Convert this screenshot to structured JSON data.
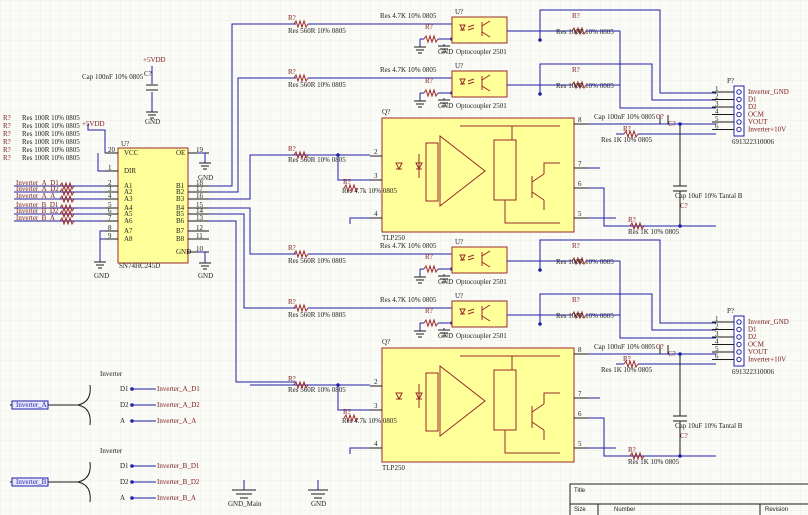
{
  "resistor_designator": "R?",
  "cap_designator": "C?",
  "opto_designator": "U?",
  "ic_designator": "U?",
  "tlp_designator": "Q?",
  "connector_designator": "P?",
  "gnd_label": "GND",
  "vdd_label": "+5VDD",
  "res_560": "Res 560R 10% 0805",
  "res_4k7_a": "Res 4.7K 10% 0805",
  "res_4k7_b": "Res 4.7k 10% 0805",
  "res_100": "Res 100R 10% 0805",
  "res_1k": "Res 1K 10% 0805",
  "cap_100n": "Cap 100nF 10% 0805",
  "cap_10u": "Cap 10uF 10% Tantal B",
  "opto_part": "Optocoupler 2501",
  "tlp_part": "TLP250",
  "connector_part": "691322310006",
  "ic": {
    "part": "SN74HC245D",
    "pins_left": [
      {
        "num": "20",
        "name": "VCC"
      },
      {
        "num": "1",
        "name": "DIR"
      },
      {
        "num": "2",
        "name": "A1"
      },
      {
        "num": "3",
        "name": "A2"
      },
      {
        "num": "4",
        "name": "A3"
      },
      {
        "num": "5",
        "name": "A4"
      },
      {
        "num": "6",
        "name": "A5"
      },
      {
        "num": "7",
        "name": "A6"
      },
      {
        "num": "8",
        "name": "A7"
      },
      {
        "num": "9",
        "name": "A8"
      }
    ],
    "pins_right": [
      {
        "num": "19",
        "name": "OE"
      },
      {
        "num": "18",
        "name": "B1"
      },
      {
        "num": "17",
        "name": "B2"
      },
      {
        "num": "16",
        "name": "B3"
      },
      {
        "num": "15",
        "name": "B4"
      },
      {
        "num": "14",
        "name": "B5"
      },
      {
        "num": "13",
        "name": "B6"
      },
      {
        "num": "12",
        "name": "B7"
      },
      {
        "num": "11",
        "name": "B8"
      },
      {
        "num": "10",
        "name": "GND"
      }
    ]
  },
  "ic_nets": [
    "Inverter_A_D1",
    "Inverter_A_D2",
    "Inverter_A_A",
    "Inverter_B_D1",
    "Inverter_B_D2",
    "Inverter_B_A"
  ],
  "left_resistor_labels": [
    "Res 100R 10% 0805",
    "Res 100R 10% 0805",
    "Res 100R 10% 0805",
    "Res 100R 10% 0805",
    "Res 100R 10% 0805",
    "Res 100R 10% 0805"
  ],
  "connector_pins": [
    {
      "num": "1",
      "label": "Inverter_GND"
    },
    {
      "num": "2",
      "label": "D1"
    },
    {
      "num": "3",
      "label": "D2"
    },
    {
      "num": "4",
      "label": "OCM"
    },
    {
      "num": "5",
      "label": "VOUT"
    },
    {
      "num": "6",
      "label": "Inverter+10V"
    }
  ],
  "tlp_pins": [
    "2",
    "3",
    "4",
    "8",
    "7",
    "6",
    "5"
  ],
  "sheet_a": {
    "title": "Inverter",
    "port": "Inverter_A",
    "pins": [
      "D1",
      "D2",
      "A"
    ],
    "nets": [
      "Inverter_A_D1",
      "Inverter_A_D2",
      "Inverter_A_A"
    ]
  },
  "sheet_b": {
    "title": "Inverter",
    "port": "Inverter_B",
    "pins": [
      "D1",
      "D2",
      "A"
    ],
    "nets": [
      "Inverter_B_D1",
      "Inverter_B_D2",
      "Inverter_B_A"
    ]
  },
  "gnd_main": "GND_Main",
  "title_block": {
    "title": "Title",
    "size": "Size",
    "number": "Number",
    "revision": "Revision"
  },
  "colors": {
    "wire": "#1f1fa8",
    "component": "#9a2a2a",
    "body": "#ffff99",
    "grid": "#e6e6dc"
  }
}
